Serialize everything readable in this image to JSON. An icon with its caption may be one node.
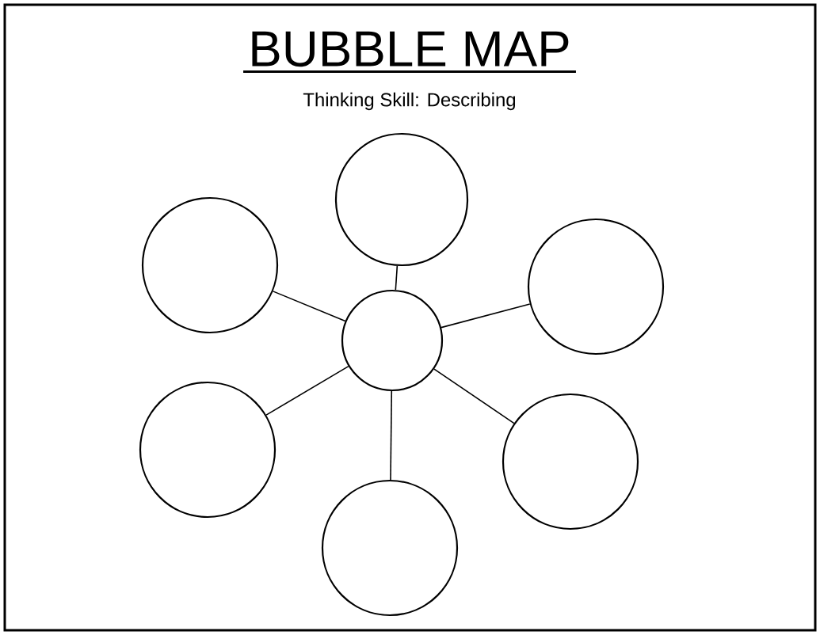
{
  "diagram": {
    "title": "BUBBLE MAP",
    "nodes": [
      {
        "text": [],
        "shape": "circle"
      },
      {
        "text": [],
        "shape": "circle"
      },
      {
        "text": [],
        "shape": "circle"
      },
      {
        "text": [],
        "shape": "circle"
      },
      {
        "text": [],
        "shape": "circle"
      },
      {
        "text": [],
        "shape": "circle"
      },
      {
        "text": [],
        "shape": "circle"
      }
    ],
    "edges": [
      {
        "from": 3,
        "to": 0,
        "arrow": "none"
      },
      {
        "from": 3,
        "to": 1,
        "arrow": "none"
      },
      {
        "from": 3,
        "to": 2,
        "arrow": "none"
      },
      {
        "from": 3,
        "to": 4,
        "arrow": "none"
      },
      {
        "from": 3,
        "to": 5,
        "arrow": "none"
      },
      {
        "from": 3,
        "to": 6,
        "arrow": "none"
      }
    ],
    "labels": [
      "Thinking Skill:  Describing"
    ]
  }
}
